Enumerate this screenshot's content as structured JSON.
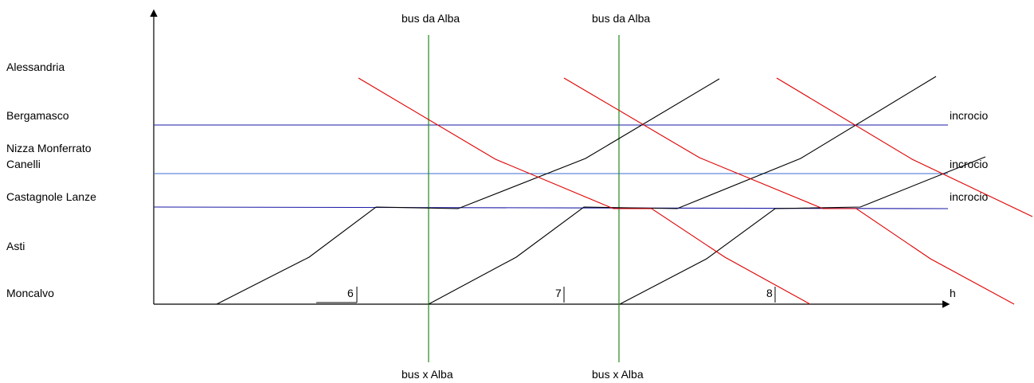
{
  "stations": [
    {
      "name": "Alessandria"
    },
    {
      "name": "Bergamasco"
    },
    {
      "name": "Nizza Monferrato"
    },
    {
      "name": "Canelli"
    },
    {
      "name": "Castagnole Lanze"
    },
    {
      "name": "Asti"
    },
    {
      "name": "Moncalvo"
    }
  ],
  "time_axis": {
    "unit_label": "h",
    "hour_ticks": [
      "6",
      "7",
      "8"
    ]
  },
  "bus_top_labels": [
    "bus da Alba",
    "bus da Alba"
  ],
  "bus_bottom_labels": [
    "bus x Alba",
    "bus x Alba"
  ],
  "crossing_labels": [
    "incrocio",
    "incrocio",
    "incrocio"
  ],
  "colors": {
    "axis": "#000000",
    "northbound_trains": "#000000",
    "southbound_trains": "#e00000",
    "crossing_lines": "#1a1aa6",
    "crossing_line_canelli": "#3a6fd0",
    "bus_lines": "#1e8a1e"
  }
}
